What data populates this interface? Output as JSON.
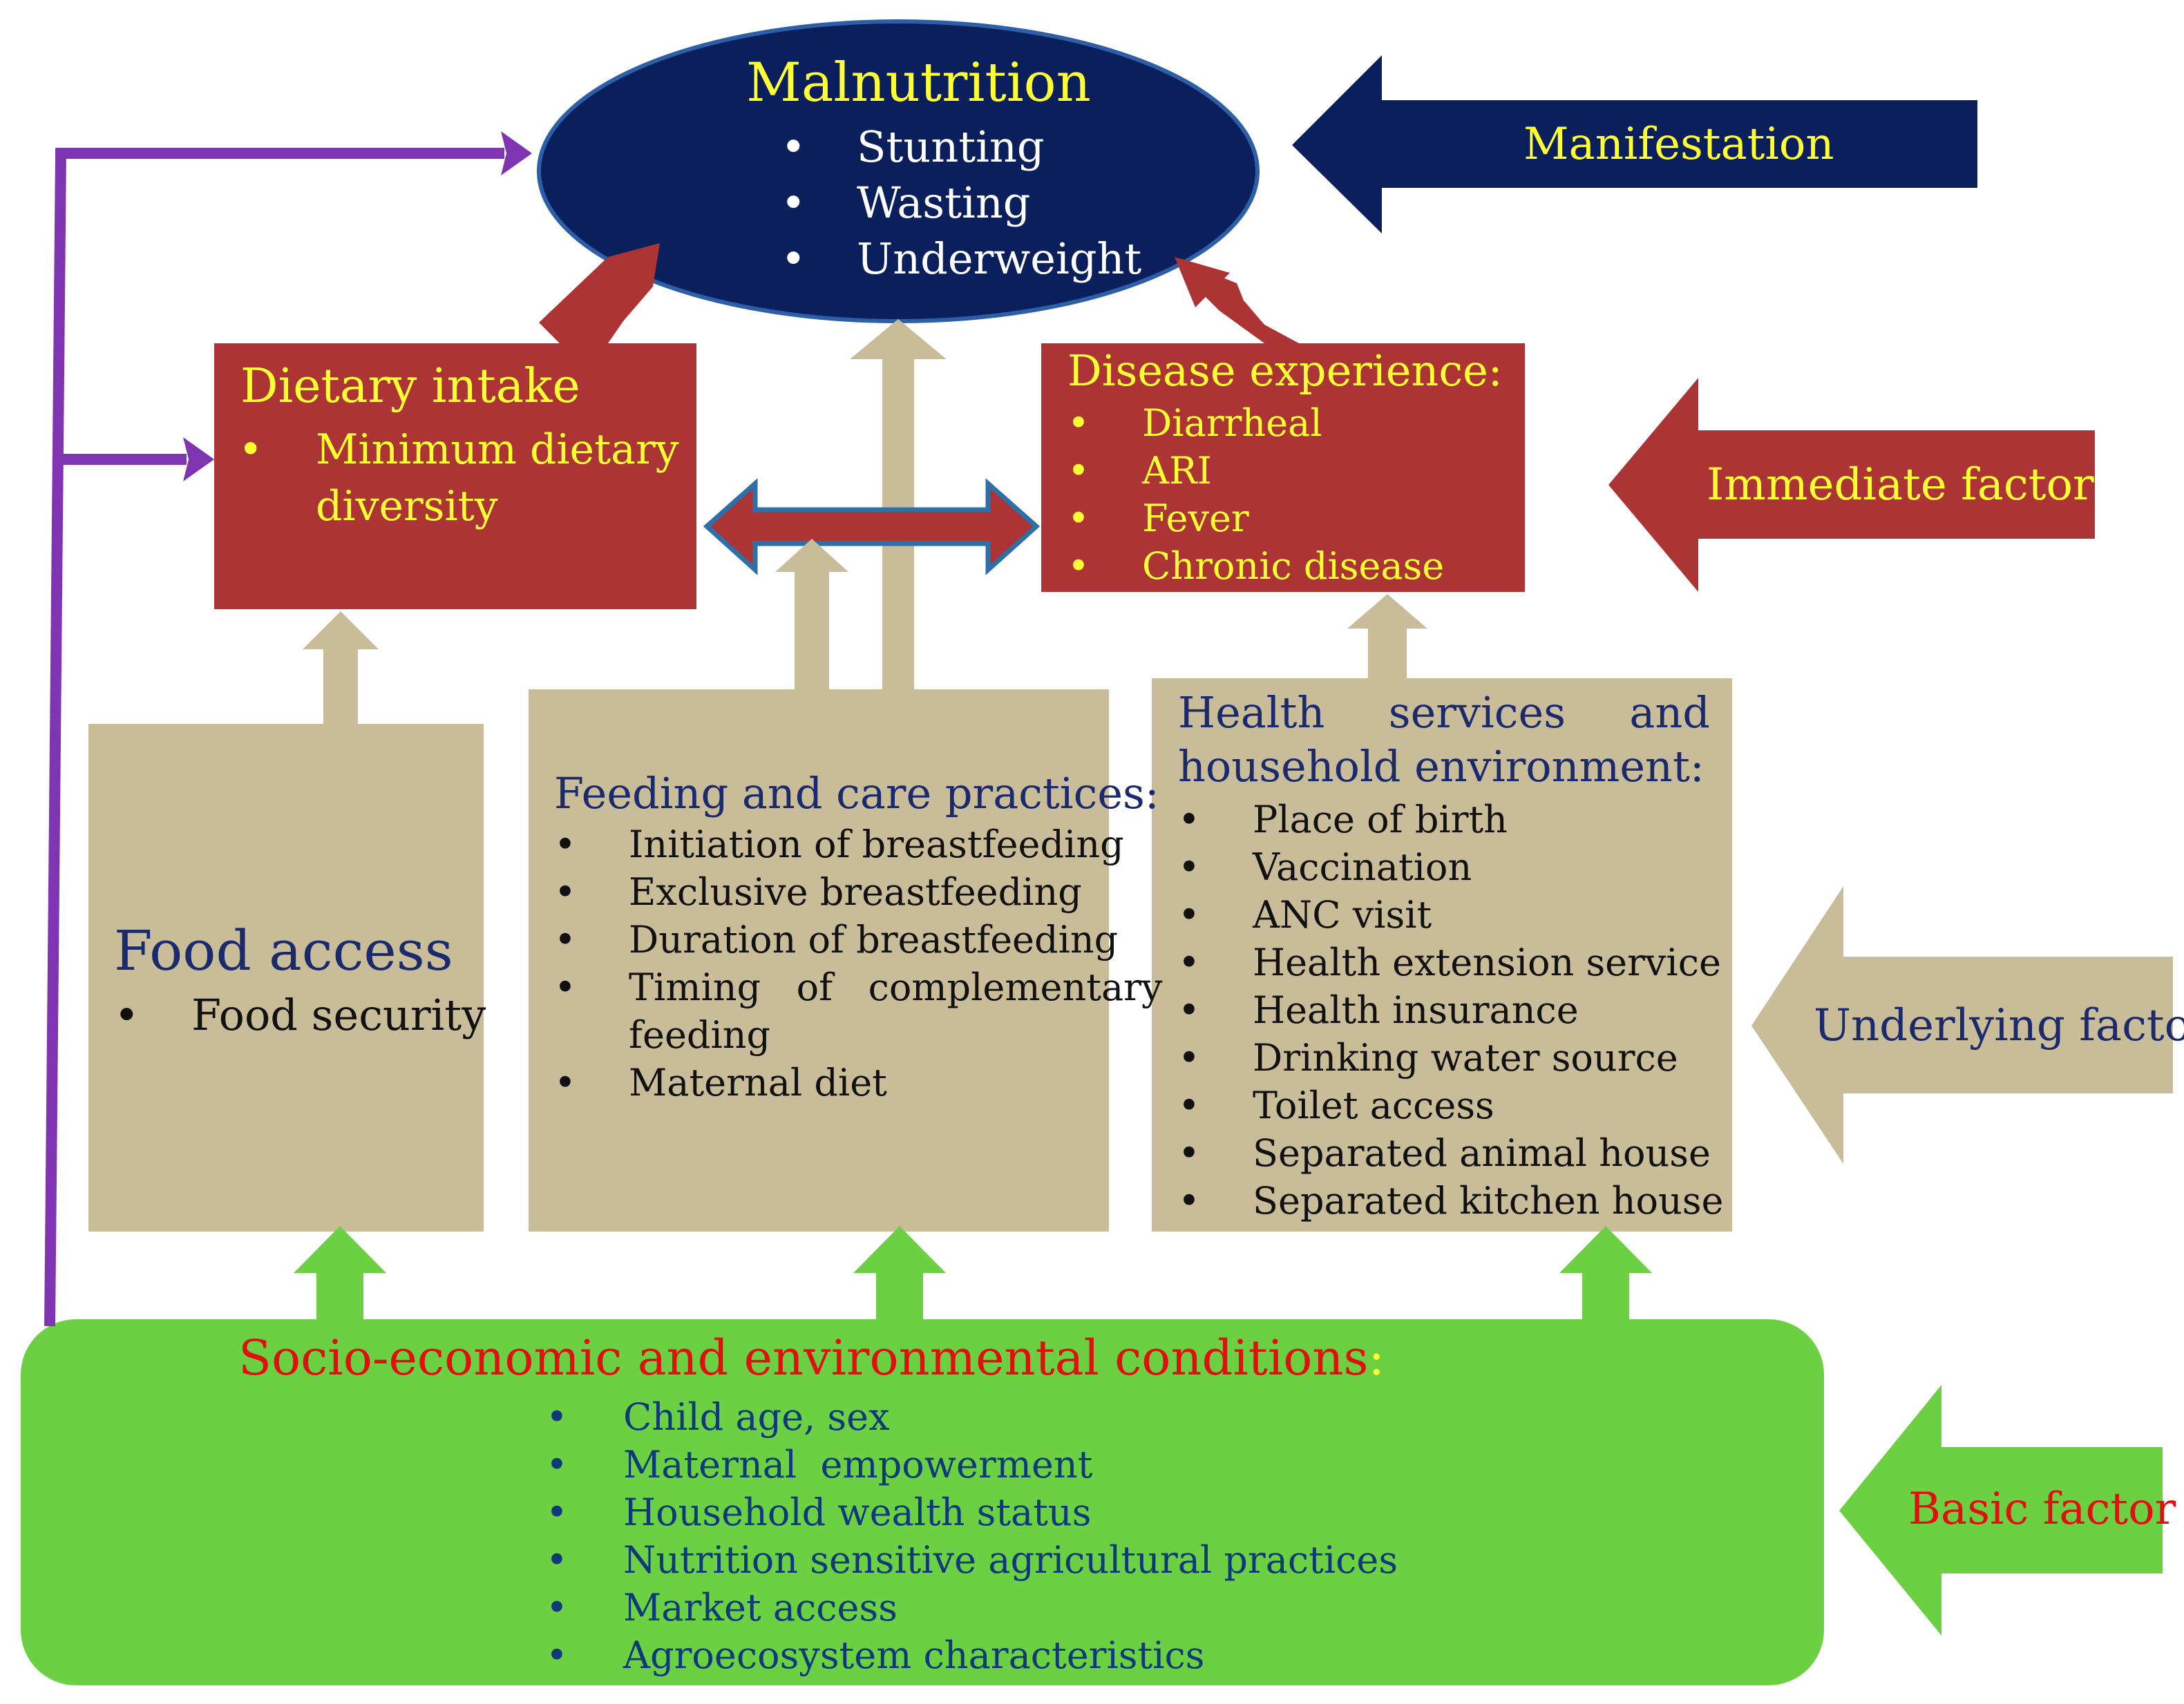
{
  "manifestation": {
    "title": "Malnutrition",
    "items": [
      "Stunting",
      "Wasting",
      "Underweight"
    ]
  },
  "dietary": {
    "title": "Dietary intake",
    "items": [
      "Minimum dietary",
      "diversity"
    ]
  },
  "disease": {
    "title": "Disease experience:",
    "items": [
      "Diarrheal",
      "ARI",
      "Fever",
      "Chronic disease"
    ]
  },
  "food": {
    "title": "Food access",
    "items": [
      "Food security"
    ]
  },
  "feeding": {
    "title": "Feeding and care practices:",
    "items": [
      "Initiation of breastfeeding",
      "Exclusive breastfeeding",
      "Duration of breastfeeding",
      "Timing   of   complementary",
      "feeding",
      "Maternal diet"
    ]
  },
  "health": {
    "title_line1_a": "Health",
    "title_line1_b": "services",
    "title_line1_c": "and",
    "title_line2": "household environment:",
    "items": [
      "Place of birth",
      "Vaccination",
      "ANC visit",
      "Health extension service",
      "Health insurance",
      "Drinking water source",
      "Toilet access",
      "Separated animal house",
      "Separated kitchen house"
    ]
  },
  "basic": {
    "title": "Socio-economic and environmental conditions",
    "title_colon": ":",
    "items": [
      "Child age, sex",
      "Maternal  empowerment",
      "Household wealth status",
      "Nutrition sensitive agricultural practices",
      "Market access",
      "Agroecosystem characteristics"
    ]
  },
  "legend": {
    "manifestation": "Manifestation",
    "immediate": "Immediate factor",
    "underlying": "Underlying factor",
    "basic": "Basic factor"
  },
  "bullet": "•",
  "colors": {
    "navy": "#0a1f5c",
    "red": "#ad3434",
    "tan": "#c9bd99",
    "green": "#6cd043",
    "purple": "#7f35b2",
    "yellow": "#ffff33",
    "dark_text": "#1a2a6c",
    "basic_title": "#e01010"
  }
}
